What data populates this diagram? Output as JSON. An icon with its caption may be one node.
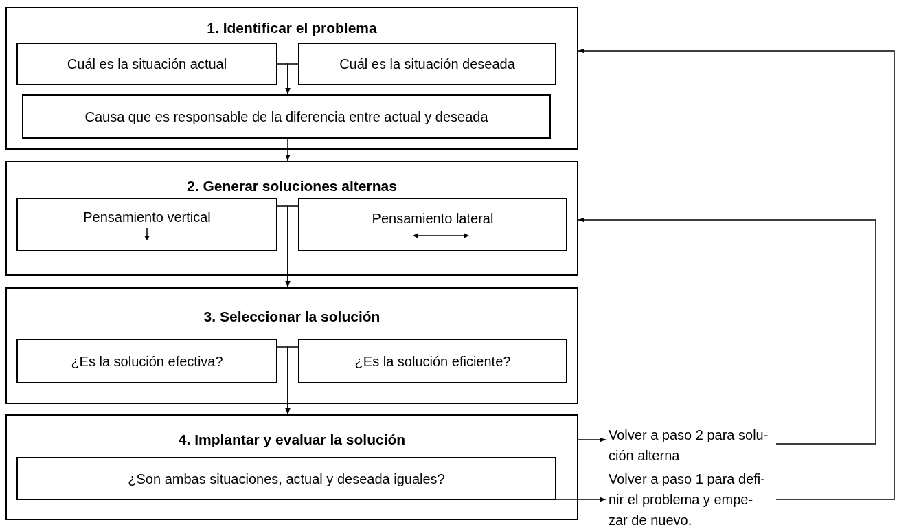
{
  "diagram": {
    "nodes": [
      {
        "text": [
          "1. Identificar el problema"
        ]
      },
      {
        "text": [
          "Cuál es la situación actual"
        ],
        "in": 0
      },
      {
        "text": [
          "Cuál es la situación deseada"
        ],
        "in": 0
      },
      {
        "text": [
          "Causa que es responsable de la diferencia entre actual y deseada"
        ],
        "in": 0
      },
      {
        "text": [
          "2. Generar soluciones alternas"
        ]
      },
      {
        "text": [
          "Pensamiento vertical"
        ],
        "in": 4
      },
      {
        "text": [
          "Pensamiento lateral"
        ],
        "in": 4
      },
      {
        "text": [
          "3. Seleccionar la solución"
        ]
      },
      {
        "text": [
          "¿Es la solución efectiva?"
        ],
        "in": 7
      },
      {
        "text": [
          "¿Es la solución eficiente?"
        ],
        "in": 7
      },
      {
        "text": [
          "4. Implantar y evaluar la solución"
        ]
      },
      {
        "text": [
          "¿Son ambas situaciones, actual y deseada iguales?"
        ],
        "in": 10
      },
      {
        "text": [
          "Volver a paso 2 para solu- ción alterna"
        ]
      },
      {
        "text": [
          "Volver a paso 1 para defi- nir el problema y empe- zar de nuevo."
        ]
      }
    ],
    "edges": [
      {
        "from": 1,
        "to": 3,
        "arrow": "to"
      },
      {
        "from": 2,
        "to": 3,
        "arrow": "to"
      },
      {
        "from": 3,
        "to": 4,
        "arrow": "to"
      },
      {
        "from": 5,
        "to": 7,
        "arrow": "to"
      },
      {
        "from": 6,
        "to": 7,
        "arrow": "to"
      },
      {
        "from": 8,
        "to": 10,
        "arrow": "to"
      },
      {
        "from": 9,
        "to": 10,
        "arrow": "to"
      },
      {
        "from": 10,
        "to": 12,
        "arrow": "to"
      },
      {
        "from": 11,
        "to": 13,
        "arrow": "to"
      },
      {
        "from": 12,
        "to": 4,
        "arrow": "to"
      },
      {
        "from": 13,
        "to": 0,
        "arrow": "to"
      }
    ]
  }
}
